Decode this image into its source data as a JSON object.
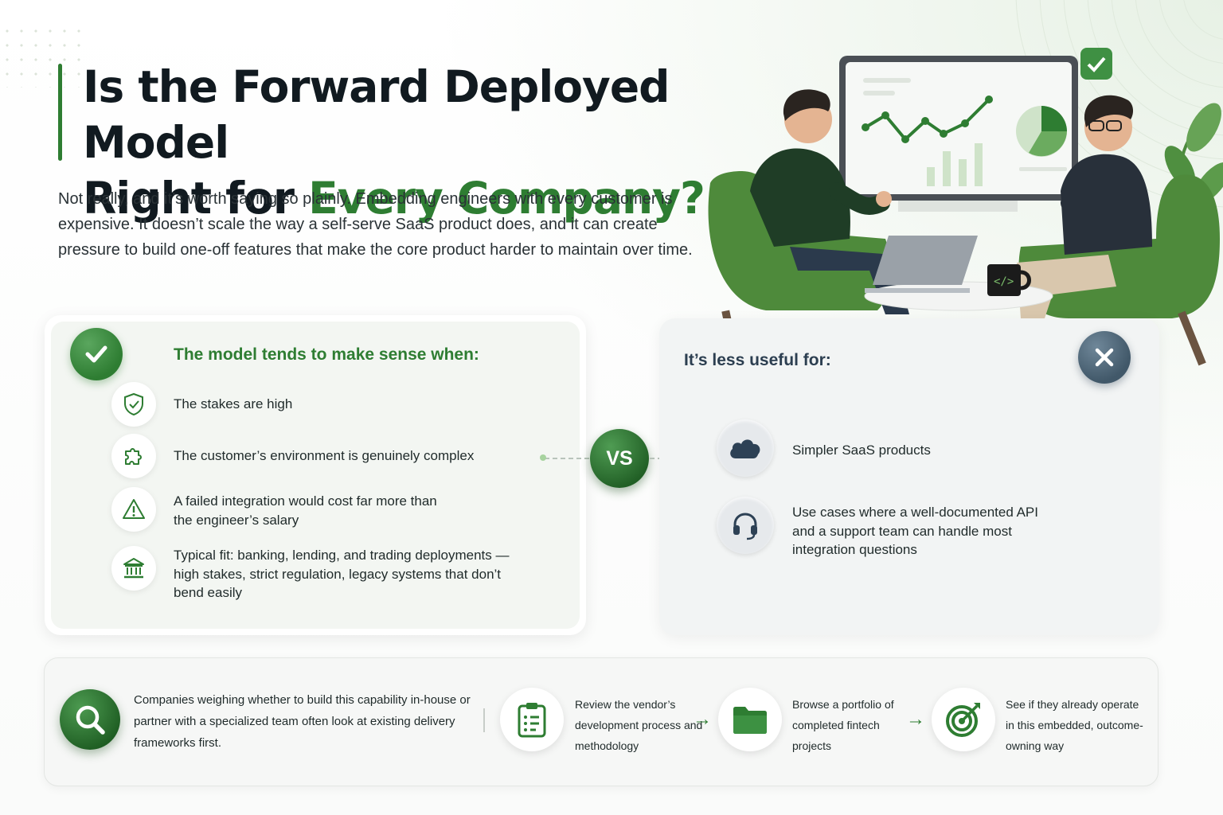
{
  "header": {
    "title_part1": "Is the Forward Deployed Model",
    "title_part2": "Right for ",
    "title_accent": "Every Company?",
    "lead": "Not really, and it’s worth saying so plainly. Embedding engineers with every customer is expensive. It doesn’t scale the way a self-serve SaaS product does, and it can create pressure to build one-off features that make the core product harder to maintain over time."
  },
  "pros": {
    "heading": "The model tends to make sense when:",
    "items": [
      {
        "icon": "shield-check-icon",
        "text": "The stakes are high"
      },
      {
        "icon": "puzzle-icon",
        "text": "The customer’s environment is genuinely complex"
      },
      {
        "icon": "warning-icon",
        "text": "A failed integration would cost far more than the engineer’s salary"
      },
      {
        "icon": "bank-icon",
        "text": "Typical fit: banking, lending, and trading deployments — high stakes, strict regulation, legacy systems that don’t bend easily"
      }
    ]
  },
  "cons": {
    "heading": "It’s less useful for:",
    "items": [
      {
        "icon": "cloud-icon",
        "text": "Simpler SaaS products"
      },
      {
        "icon": "headset-icon",
        "text": "Use cases where a well-documented API and a support team can handle most integration questions"
      }
    ]
  },
  "versus": {
    "label": "VS"
  },
  "bottom": {
    "intro": "Companies weighing whether to build this capability in-house or partner with a specialized team often look at existing delivery frameworks first.",
    "steps": [
      {
        "icon": "clipboard-icon",
        "text": "Review the vendor’s development process and methodology"
      },
      {
        "icon": "folder-icon",
        "text": "Browse a portfolio of completed fintech projects"
      },
      {
        "icon": "target-icon",
        "text": "See if they already operate in this embedded, outcome-owning way"
      }
    ],
    "arrow_glyph": "→"
  },
  "colors": {
    "accent_green": "#2e7d32",
    "slate": "#415869",
    "title_dark": "#111a20"
  }
}
